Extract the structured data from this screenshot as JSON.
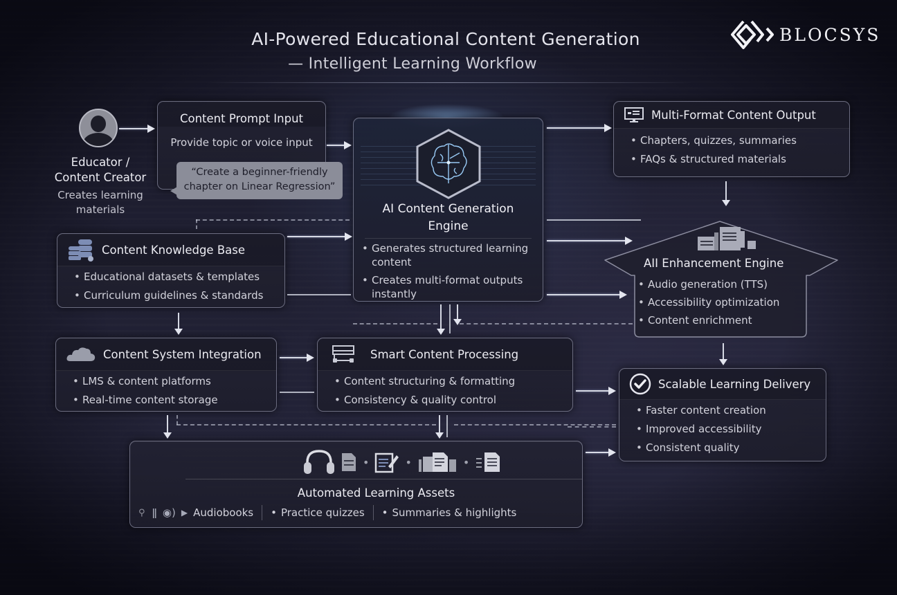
{
  "header": {
    "title": "AI-Powered Educational Content Generation",
    "subtitle": "— Intelligent Learning Workflow",
    "logo_text": "BLOCSYS",
    "logo_icon": "interlocking-diamonds-icon"
  },
  "actor": {
    "icon": "user-avatar-icon",
    "name_line1": "Educator /",
    "name_line2": "Content Creator",
    "desc_line1": "Creates learning",
    "desc_line2": "materials"
  },
  "prompt_input": {
    "title": "Content Prompt Input",
    "subtitle": "Provide topic or voice input",
    "example_line1": "“Create a beginner-friendly",
    "example_line2": "chapter on Linear Regression”"
  },
  "engine": {
    "icon": "brain-hexagon-icon",
    "title_line1": "AI Content Generation",
    "title_line2": "Engine",
    "bullets": [
      "Generates structured learning content",
      "Creates multi-format outputs instantly"
    ]
  },
  "multi_format": {
    "icon": "monitor-icon",
    "title": "Multi-Format Content Output",
    "bullets": [
      "Chapters, quizzes, summaries",
      "FAQs & structured materials"
    ]
  },
  "knowledge_base": {
    "icon": "database-icon",
    "title": "Content Knowledge Base",
    "bullets": [
      "Educational datasets & templates",
      "Curriculum guidelines & standards"
    ]
  },
  "enhancement": {
    "icon": "documents-icon",
    "title": "AII Enhancement Engine",
    "bullets": [
      "Audio generation (TTS)",
      "Accessibility optimization",
      "Content enrichment"
    ]
  },
  "integration": {
    "icon": "cloud-icon",
    "title": "Content System Integration",
    "bullets": [
      "LMS & content platforms",
      "Real-time content storage"
    ]
  },
  "processing": {
    "icon": "workflow-icon",
    "title": "Smart Content Processing",
    "bullets": [
      "Content structuring & formatting",
      "Consistency & quality control"
    ]
  },
  "delivery": {
    "icon": "checkmark-circle-icon",
    "title": "Scalable Learning Delivery",
    "bullets": [
      "Faster content creation",
      "Improved accessibility",
      "Consistent quality"
    ]
  },
  "assets": {
    "icons": [
      "headphones-icon",
      "document-icon",
      "edit-note-icon",
      "quiz-sheet-icon",
      "summary-doc-icon"
    ],
    "title": "Automated Learning Assets",
    "items": [
      "Audiobooks",
      "Practice quizzes",
      "Summaries & highlights"
    ]
  },
  "colors": {
    "background": "#1e1e30",
    "card_border": "#aaacc3",
    "text": "#e6e6ee",
    "accent_glow": "#96c8ff",
    "bubble": "#8b8d99"
  }
}
